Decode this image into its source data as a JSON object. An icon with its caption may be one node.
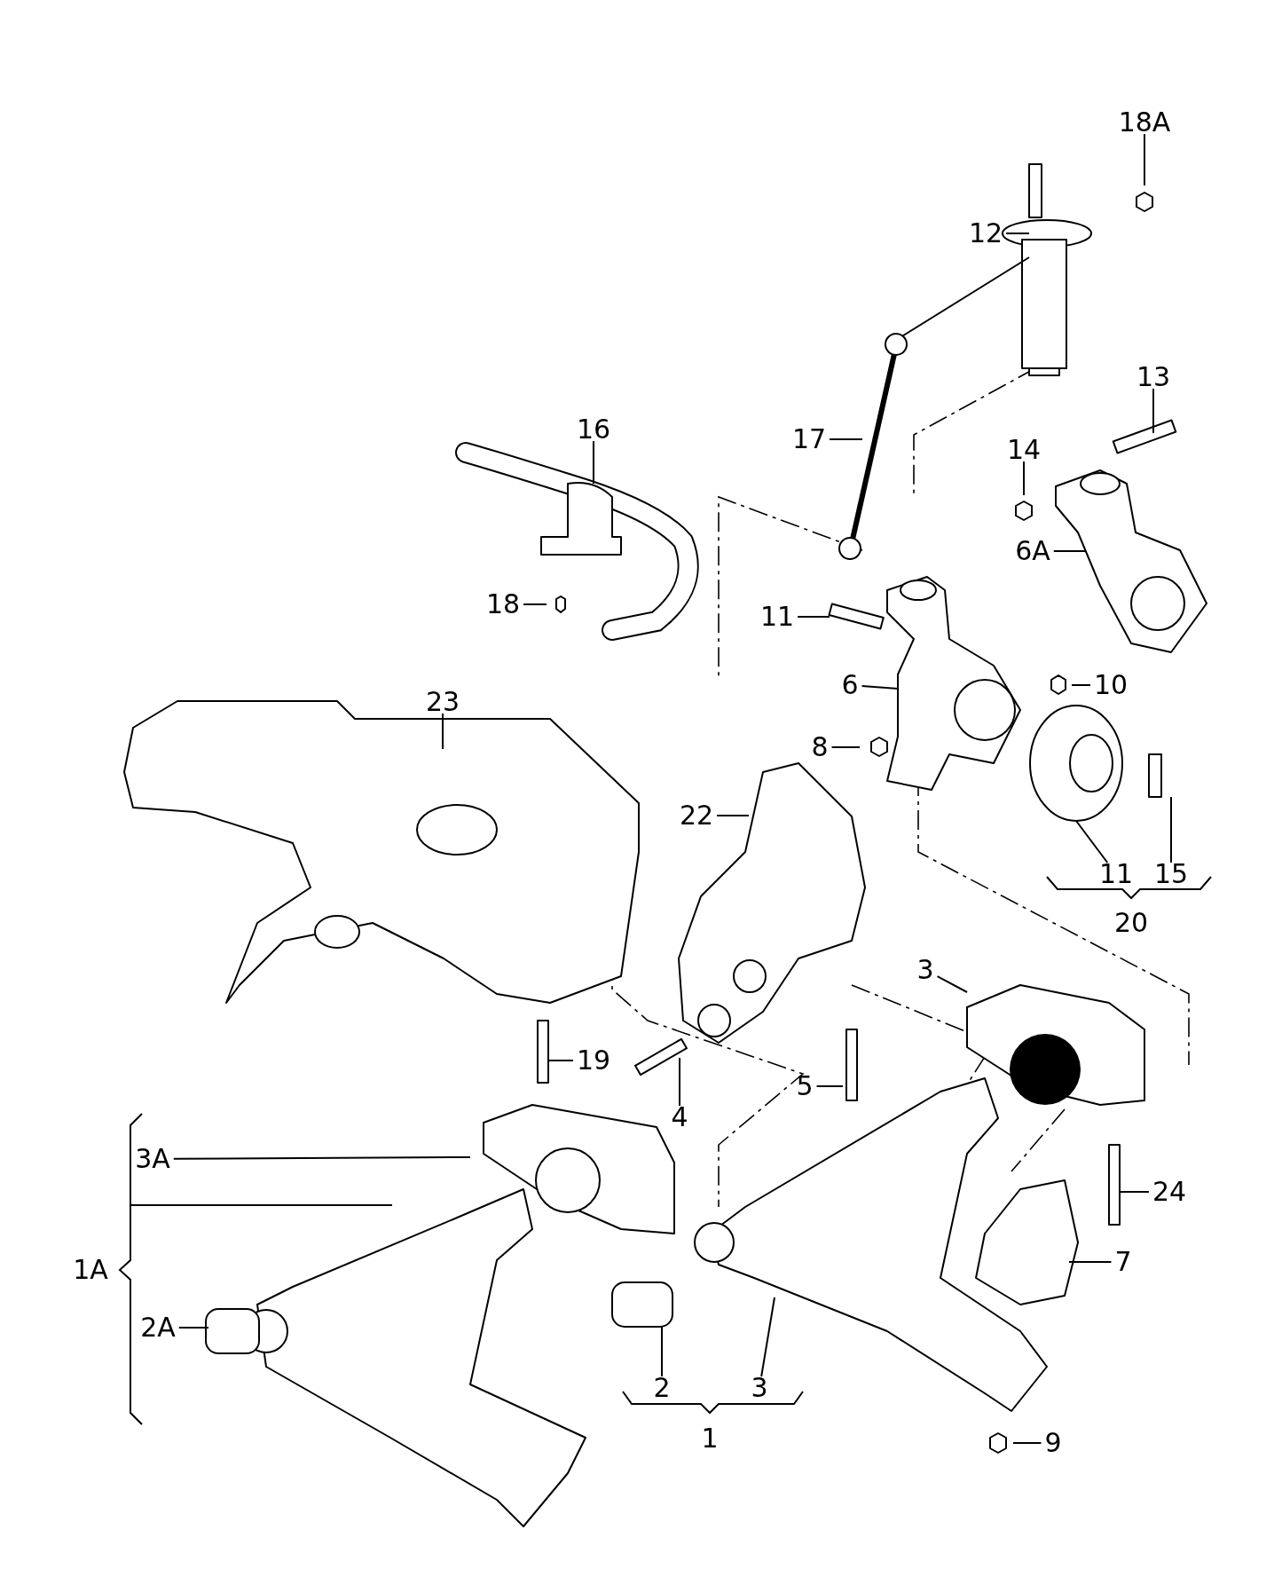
{
  "diagram": {
    "nodes": [
      {
        "text": [
          "18A"
        ]
      },
      {
        "text": [
          "12"
        ]
      },
      {
        "text": [
          "13"
        ]
      },
      {
        "text": [
          "16"
        ]
      },
      {
        "text": [
          "17"
        ]
      },
      {
        "text": [
          "14"
        ]
      },
      {
        "text": [
          "6A"
        ]
      },
      {
        "text": [
          "18"
        ]
      },
      {
        "text": [
          "11"
        ]
      },
      {
        "text": [
          "10"
        ]
      },
      {
        "text": [
          "6"
        ]
      },
      {
        "text": [
          "23"
        ]
      },
      {
        "text": [
          "8"
        ]
      },
      {
        "text": [
          "22"
        ]
      },
      {
        "text": [
          "11"
        ]
      },
      {
        "text": [
          "15"
        ]
      },
      {
        "text": [
          "3"
        ]
      },
      {
        "text": [
          "19"
        ]
      },
      {
        "text": [
          "5"
        ]
      },
      {
        "text": [
          "4"
        ]
      },
      {
        "text": [
          "3A"
        ]
      },
      {
        "text": [
          "24"
        ]
      },
      {
        "text": [
          "7"
        ]
      },
      {
        "text": [
          "2A"
        ]
      },
      {
        "text": [
          "2"
        ]
      },
      {
        "text": [
          "3"
        ]
      },
      {
        "text": [
          "9"
        ]
      }
    ],
    "edges": [
      {
        "from": 0,
        "to": null,
        "arrow": "none"
      },
      {
        "from": 1,
        "to": null,
        "arrow": "none"
      },
      {
        "from": 2,
        "to": null,
        "arrow": "none"
      },
      {
        "from": 3,
        "to": null,
        "arrow": "none"
      },
      {
        "from": 4,
        "to": null,
        "arrow": "none"
      },
      {
        "from": 5,
        "to": null,
        "arrow": "none"
      },
      {
        "from": 6,
        "to": null,
        "arrow": "none"
      },
      {
        "from": 7,
        "to": null,
        "arrow": "none"
      },
      {
        "from": 8,
        "to": null,
        "arrow": "none"
      },
      {
        "from": 9,
        "to": null,
        "arrow": "none"
      },
      {
        "from": 10,
        "to": null,
        "arrow": "none"
      },
      {
        "from": 11,
        "to": null,
        "arrow": "none"
      },
      {
        "from": 12,
        "to": null,
        "arrow": "none"
      },
      {
        "from": 13,
        "to": null,
        "arrow": "none"
      },
      {
        "from": 14,
        "to": null,
        "arrow": "none"
      },
      {
        "from": 15,
        "to": null,
        "arrow": "none"
      },
      {
        "from": 16,
        "to": null,
        "arrow": "none"
      },
      {
        "from": 17,
        "to": null,
        "arrow": "none"
      },
      {
        "from": 18,
        "to": null,
        "arrow": "none"
      },
      {
        "from": 19,
        "to": null,
        "arrow": "none"
      },
      {
        "from": 20,
        "to": null,
        "arrow": "none"
      },
      {
        "from": 21,
        "to": null,
        "arrow": "none"
      },
      {
        "from": 22,
        "to": null,
        "arrow": "none"
      },
      {
        "from": 23,
        "to": null,
        "arrow": "none"
      },
      {
        "from": 24,
        "to": null,
        "arrow": "none"
      },
      {
        "from": 25,
        "to": null,
        "arrow": "none"
      },
      {
        "from": 26,
        "to": null,
        "arrow": "none"
      }
    ],
    "labels": [
      "20",
      "1A",
      "1"
    ]
  }
}
